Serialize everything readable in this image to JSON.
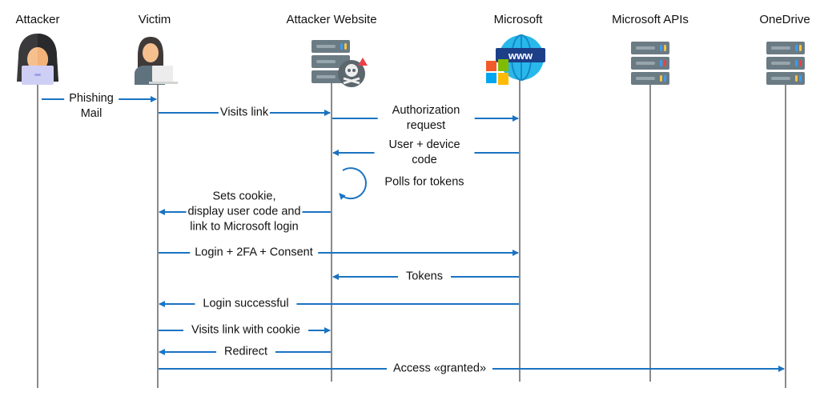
{
  "actors": [
    {
      "name": "Attacker",
      "icon": "hacker-icon"
    },
    {
      "name": "Victim",
      "icon": "user-laptop-icon"
    },
    {
      "name": "Attacker Website",
      "icon": "malicious-server-icon"
    },
    {
      "name": "Microsoft",
      "icon": "microsoft-web-icon"
    },
    {
      "name": "Microsoft APIs",
      "icon": "server-icon"
    },
    {
      "name": "OneDrive",
      "icon": "server-icon"
    }
  ],
  "messages": [
    {
      "from": "Attacker",
      "to": "Victim",
      "label": "Phishing\nMail"
    },
    {
      "from": "Victim",
      "to": "Attacker Website",
      "label": "Visits link"
    },
    {
      "from": "Attacker Website",
      "to": "Microsoft",
      "label": "Authorization\nrequest"
    },
    {
      "from": "Microsoft",
      "to": "Attacker Website",
      "label": "User + device\ncode"
    },
    {
      "from": "Attacker Website",
      "to": "Attacker Website",
      "label": "Polls for tokens"
    },
    {
      "from": "Attacker Website",
      "to": "Victim",
      "label": "Sets cookie,\ndisplay user code and\nlink to Microsoft login"
    },
    {
      "from": "Victim",
      "to": "Microsoft",
      "label": "Login + 2FA + Consent"
    },
    {
      "from": "Microsoft",
      "to": "Attacker Website",
      "label": "Tokens"
    },
    {
      "from": "Microsoft",
      "to": "Victim",
      "label": "Login successful"
    },
    {
      "from": "Victim",
      "to": "Attacker Website",
      "label": "Visits link with cookie"
    },
    {
      "from": "Attacker Website",
      "to": "Victim",
      "label": "Redirect"
    },
    {
      "from": "Victim",
      "to": "OneDrive",
      "label": "Access «granted»"
    }
  ],
  "colors": {
    "arrow": "#1a73c2",
    "lifeline": "#8a8a8a"
  }
}
